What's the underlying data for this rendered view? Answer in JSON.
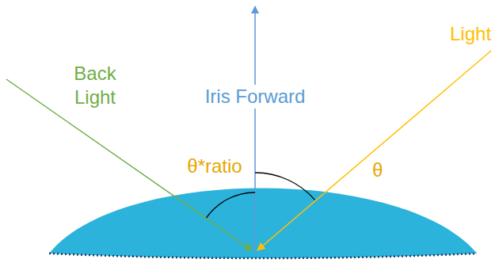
{
  "diagram": {
    "labels": [
      "Back Light",
      "Iris Forward",
      "Light",
      "θ*ratio",
      "θ"
    ]
  }
}
